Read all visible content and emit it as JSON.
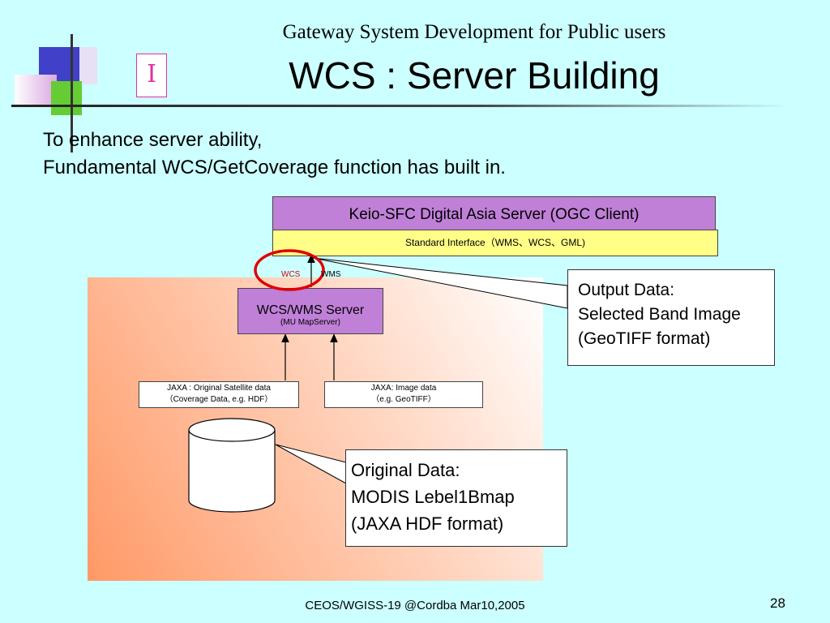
{
  "slide": {
    "subtitle": "Gateway System Development for Public users",
    "title": "WCS : Server Building",
    "roman_numeral": "Ⅰ",
    "intro_line1": "To enhance server ability,",
    "intro_line2": "Fundamental WCS/GetCoverage function has built in.",
    "footer": "CEOS/WGISS-19 @Cordba Mar10,2005",
    "page_number": "28"
  },
  "diagram": {
    "client_label": "Keio-SFC Digital Asia Server (OGC Client)",
    "standard_interface_label": "Standard Interface（WMS、WCS、GML)",
    "wcs_label": "WCS",
    "wms_label": "WMS",
    "server_label": "WCS/WMS Server",
    "server_sublabel": "(MU MapServer)",
    "data1_line1": "JAXA : Original Satellite data",
    "data1_line2": "（Coverage Data, e.g. HDF）",
    "data2_line1": "JAXA: Image data",
    "data2_line2": "（e.g. GeoTIFF）",
    "output_line1": "Output Data:",
    "output_line2": "Selected Band Image",
    "output_line3": "(GeoTIFF format)",
    "original_line1": "Original Data:",
    "original_line2": "MODIS Lebel1Bmap",
    "original_line3": "(JAXA HDF format)"
  },
  "colors": {
    "background": "#ccffff",
    "client_box": "#c080d8",
    "interface_box": "#ffff88",
    "highlight_circle": "#e00000",
    "accent_magenta": "#e030a0"
  }
}
